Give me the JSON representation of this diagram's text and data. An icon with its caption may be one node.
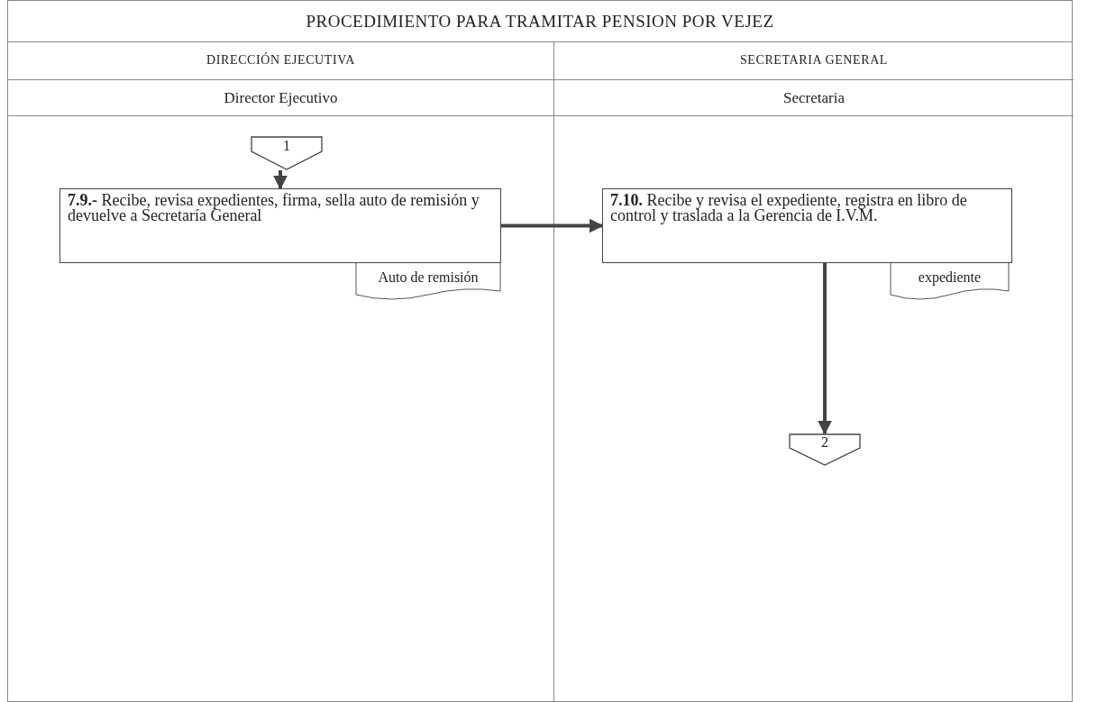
{
  "diagram": {
    "title": "PROCEDIMIENTO PARA TRAMITAR PENSION POR VEJEZ",
    "nodes": [
      {
        "text": [
          "DIRECCIÓN EJECUTIVA",
          "Director Ejecutivo"
        ]
      },
      {
        "text": [
          "SECRETARIA GENERAL",
          "Secretaria"
        ]
      },
      {
        "text": [
          "1"
        ],
        "in": 0
      },
      {
        "text": [
          "**7.9.-** Recibe, revisa expedientes, firma, sella auto de remisión y devuelve a Secretaría General"
        ],
        "in": 0
      },
      {
        "text": [
          "Auto de remisión"
        ],
        "in": 0
      },
      {
        "text": [
          "**7.10.** Recibe y revisa el expediente, registra en libro de control y traslada a la Gerencia de I.V.M."
        ],
        "in": 1
      },
      {
        "text": [
          "expediente"
        ],
        "in": 1
      },
      {
        "text": [
          "2"
        ],
        "in": 1
      }
    ],
    "edges": [
      {
        "from": 2,
        "to": 3,
        "arrow": "to"
      },
      {
        "from": 3,
        "to": 5,
        "arrow": "to"
      },
      {
        "from": 5,
        "to": 7,
        "arrow": "to"
      }
    ]
  }
}
